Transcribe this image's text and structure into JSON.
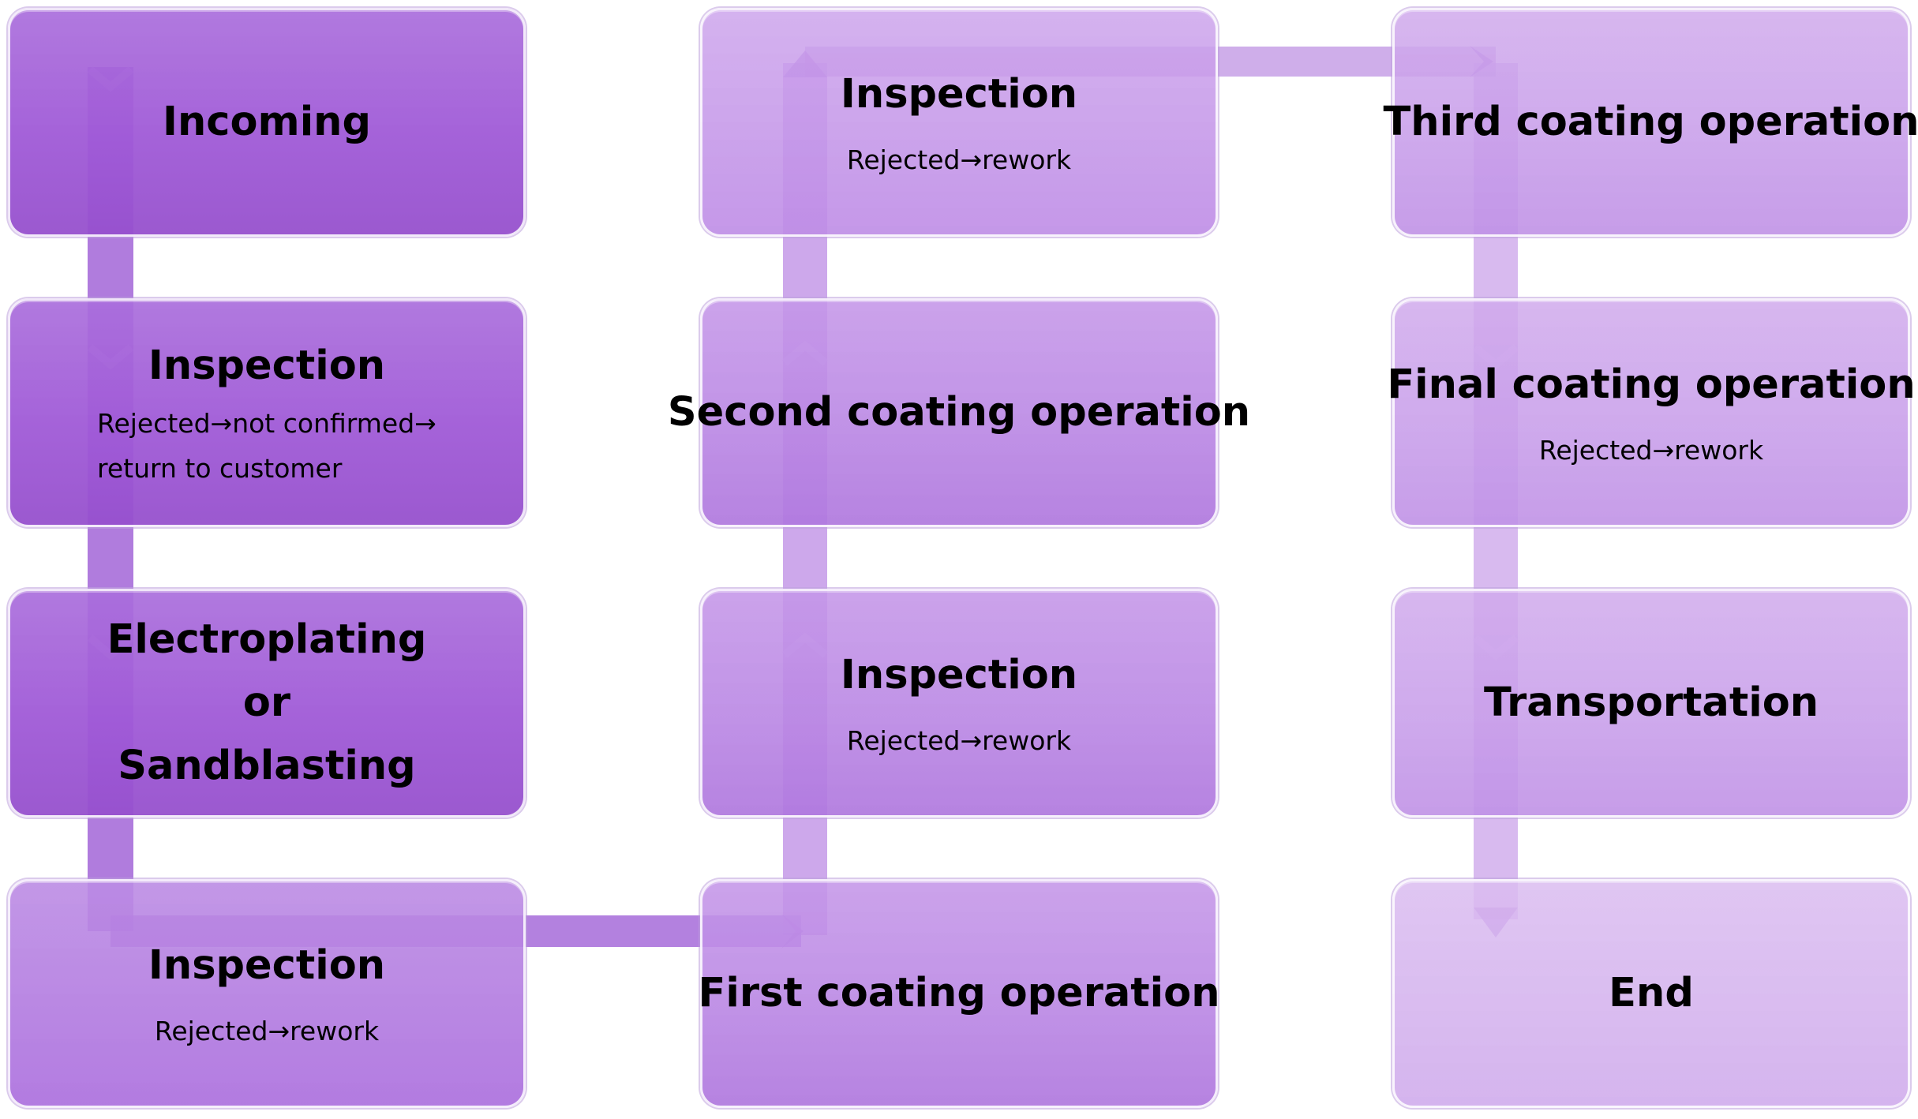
{
  "diagram": {
    "colors": {
      "column1": "#A45ED8",
      "column2": "#BE8EE6",
      "column3": "#CFA6EC",
      "connector": "#9A4FD6",
      "text": "#000000"
    },
    "steps": [
      {
        "id": "incoming",
        "title": "Incoming",
        "note": ""
      },
      {
        "id": "inspection-1",
        "title": "Inspection",
        "note": "Rejected→not confirmed→\nreturn to customer"
      },
      {
        "id": "electroplating",
        "title": "Electroplating\nor\nSandblasting",
        "note": ""
      },
      {
        "id": "inspection-2",
        "title": "Inspection",
        "note": "Rejected→rework"
      },
      {
        "id": "first-coating",
        "title": "First coating operation",
        "note": ""
      },
      {
        "id": "inspection-3",
        "title": "Inspection",
        "note": "Rejected→rework"
      },
      {
        "id": "second-coating",
        "title": "Second coating operation",
        "note": ""
      },
      {
        "id": "inspection-4",
        "title": "Inspection",
        "note": "Rejected→rework"
      },
      {
        "id": "third-coating",
        "title": "Third coating operation",
        "note": ""
      },
      {
        "id": "final-coating",
        "title": "Final coating operation",
        "note": "Rejected→rework"
      },
      {
        "id": "transportation",
        "title": "Transportation",
        "note": ""
      },
      {
        "id": "end",
        "title": "End",
        "note": ""
      }
    ]
  }
}
